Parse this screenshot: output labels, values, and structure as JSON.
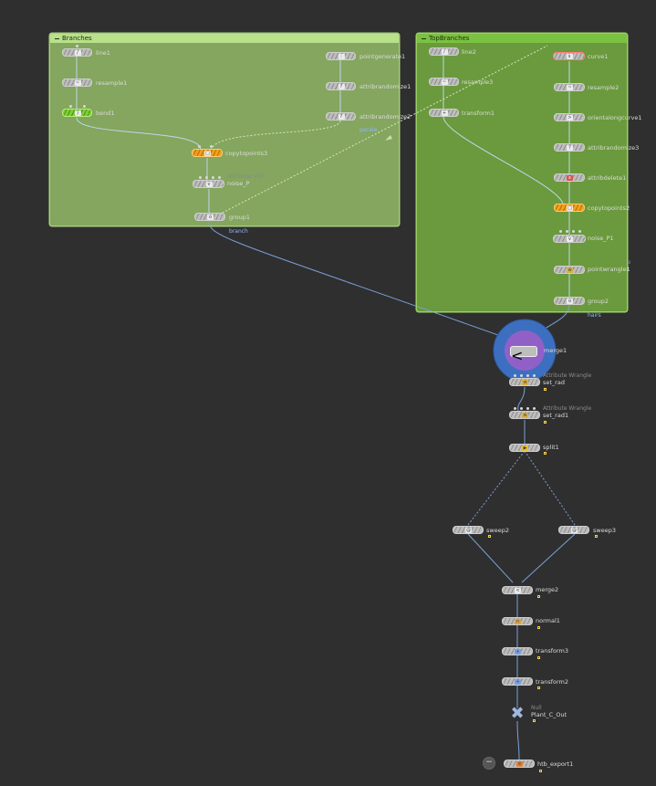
{
  "colors": {
    "background": "#2f2f2f",
    "netbox": "#8fb167",
    "netbox_header": "#b9e08a",
    "wire": "#7ba1d8",
    "orange_node": "#f2a01e",
    "green_node": "#7fcf34",
    "merge_ring": "#3b74c9"
  },
  "netboxes": [
    {
      "id": "branches",
      "title": "Branches"
    },
    {
      "id": "topbranches",
      "title": "TopBranches"
    }
  ],
  "nodes": {
    "line1": {
      "name": "line1",
      "icon": "line-icon"
    },
    "resample1": {
      "name": "resample1",
      "icon": "resample-icon"
    },
    "bend1": {
      "name": "bend1",
      "icon": "bend-icon"
    },
    "pointgenerate1": {
      "name": "pointgenerate1",
      "icon": "points-icon"
    },
    "attribrandomize1": {
      "name": "attribrandomize1",
      "icon": "attrib-icon"
    },
    "attribrandomize2": {
      "name": "attribrandomize2",
      "icon": "attrib-icon",
      "tag": "pscale"
    },
    "copytopoints3": {
      "name": "copytopoints3",
      "icon": "copy-icon"
    },
    "noise_P": {
      "name": "noise_P",
      "sublabel": "Attribute VOP",
      "icon": "vop-icon"
    },
    "group1": {
      "name": "group1",
      "tag": "branch",
      "icon": "group-icon"
    },
    "line2": {
      "name": "line2",
      "icon": "line-icon"
    },
    "resample3": {
      "name": "resample3",
      "icon": "resample-icon"
    },
    "transform1": {
      "name": "transform1",
      "icon": "transform-icon"
    },
    "curve1": {
      "name": "curve1",
      "icon": "curve-icon"
    },
    "resample2": {
      "name": "resample2",
      "icon": "resample-icon"
    },
    "orientalongcurve1": {
      "name": "orientalongcurve1",
      "icon": "orient-icon"
    },
    "attribrandomize3": {
      "name": "attribrandomize3",
      "icon": "attrib-icon"
    },
    "attribdelete1": {
      "name": "attribdelete1",
      "icon": "delete-icon"
    },
    "copytopoints2": {
      "name": "copytopoints2",
      "icon": "copy-icon"
    },
    "noise_P1": {
      "name": "noise_P1",
      "icon": "vop-icon"
    },
    "pointwrangle1": {
      "name": "pointwrangle1",
      "icon": "wrangle-icon"
    },
    "group2": {
      "name": "group2",
      "tag": "hairs",
      "icon": "group-icon"
    },
    "merge1": {
      "name": "merge1",
      "icon": "merge-icon"
    },
    "set_rad": {
      "name": "set_rad",
      "sublabel": "Attribute Wrangle",
      "icon": "wrangle-icon"
    },
    "set_rad1": {
      "name": "set_rad1",
      "sublabel": "Attribute Wrangle",
      "icon": "wrangle-icon"
    },
    "split1": {
      "name": "split1",
      "icon": "split-icon"
    },
    "sweep2": {
      "name": "sweep2",
      "icon": "sweep-icon"
    },
    "sweep3": {
      "name": "sweep3",
      "icon": "sweep-icon"
    },
    "merge2": {
      "name": "merge2",
      "icon": "merge-icon"
    },
    "normal1": {
      "name": "normal1",
      "icon": "normal-icon"
    },
    "transform3": {
      "name": "transform3",
      "icon": "transform-icon"
    },
    "transform2": {
      "name": "transform2",
      "icon": "transform-icon"
    },
    "Plant_C_Out": {
      "name": "Plant_C_Out",
      "sublabel": "Null",
      "icon": "null-icon"
    },
    "htb_export1": {
      "name": "htb_export1",
      "icon": "export-icon"
    }
  },
  "cutoff_label": "le"
}
